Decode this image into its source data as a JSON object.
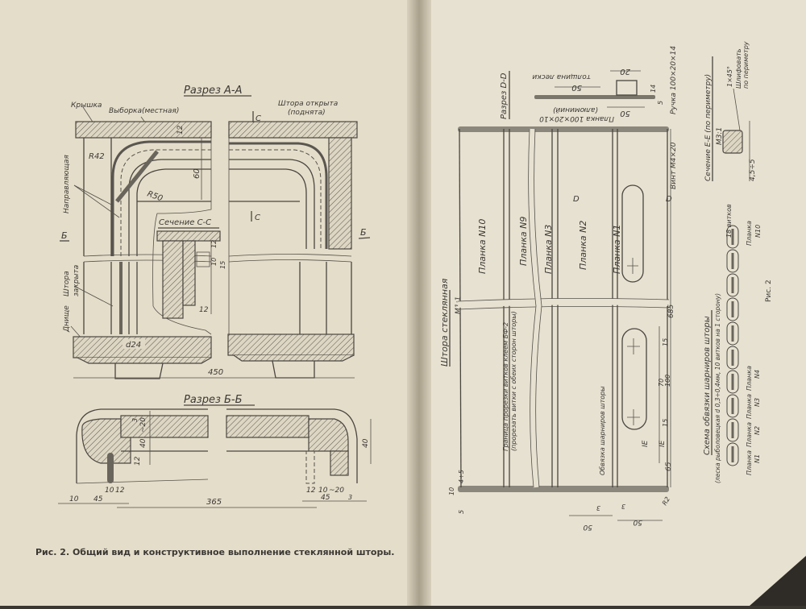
{
  "left_page": {
    "section_aa": {
      "title": "Разрез А-А",
      "lid": "Крышка",
      "recess": "Выборка(местная)",
      "shutter_open_1": "Штора открыта",
      "shutter_open_2": "(поднята)",
      "guide": "Направляющая",
      "r42": "R42",
      "r50": "R50",
      "dim_60": "60",
      "dim_12": "12",
      "mark_c": "C",
      "mark_b": "Б",
      "shutter_closed_1": "Штора",
      "shutter_closed_2": "закрыта",
      "bottom": "Днище",
      "d24": "d24",
      "dim_450": "450"
    },
    "section_cc": {
      "title": "Сечение С-С",
      "dim_12a": "12",
      "dim_10": "10",
      "dim_15": "15",
      "dim_12b": "12"
    },
    "section_bb": {
      "title": "Разрез Б-Б",
      "dim_3": "3",
      "dim_20": "~20",
      "dim_40a": "40",
      "dim_12": "12",
      "dim_40b": "40",
      "dim_10a": "10",
      "dim_45a": "45",
      "dim_10b": "10",
      "dim_12b": "12",
      "dim_365": "365",
      "dim_12c": "12",
      "dim_10c": "10",
      "dim_20b": "~20",
      "dim_45b": "45",
      "dim_3b": "3"
    },
    "caption": "Рис. 2. Общий вид и конструктивное выполнение стеклянной шторы."
  },
  "right_page": {
    "section_dd": {
      "title": "Разрез D-D",
      "line_thickness": "толщина лески",
      "dim_50a": "50",
      "dim_20": "20",
      "aluminium": "(алюминий)",
      "plank": "Планка 100×20×10",
      "dim_50b": "50",
      "dim_14": "14",
      "dim_5": "5",
      "handle": "Ручка 100×20×14",
      "screw": "Винт М4×20"
    },
    "section_ee": {
      "title": "Сечение Е-Е (по периметру)",
      "scale": "М3:1",
      "chamfer": "1×45°",
      "grind_1": "Шлифовать",
      "grind_2": "по периметру",
      "dim": "4,5÷5"
    },
    "shutter": {
      "title": "Штора стеклянная",
      "scale": "М1:1",
      "planks": [
        "Планка N10",
        "Планка N9",
        "Планка N3",
        "Планка N2",
        "Планка N1"
      ],
      "mark_d": "D",
      "glue_1": "Граница прорезки витков клеем БФ-2",
      "glue_2": "(прорезать витки с обеих сторон шторы)",
      "binding": "Обвязка шарниров шторы",
      "dim_685": "685",
      "dim_15a": "15",
      "dim_70": "70",
      "dim_100": "100",
      "dim_15b": "15",
      "mark_e": "IE",
      "dim_65": "65",
      "r2": "R2",
      "dim_4_5": "4÷5",
      "dim_10": "10",
      "dim_5": "5",
      "dim_3a": "3",
      "dim_3b": "3",
      "dim_50a": "50",
      "dim_50b": "50"
    },
    "hinge_scheme": {
      "title": "Схема обвязки шарниров шторы",
      "subtitle": "(леска рыболовецкая d 0,3÷0,4мм, 10 витков на 1 сторону)",
      "turns": "18 витков",
      "labels": [
        {
          "name": "Планка",
          "num": "N1"
        },
        {
          "name": "Планка",
          "num": "N2"
        },
        {
          "name": "Планка",
          "num": "N3"
        },
        {
          "name": "Планка",
          "num": "N4"
        },
        {
          "name": "Планка",
          "num": "N10"
        }
      ],
      "fig": "Рис. 2"
    }
  }
}
